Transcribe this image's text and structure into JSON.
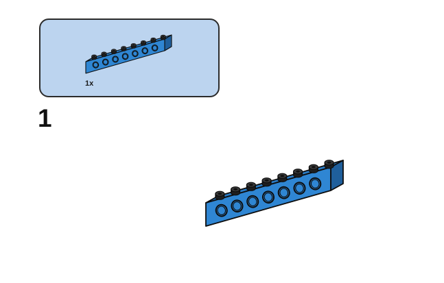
{
  "instruction": {
    "step_number": "1",
    "parts_callout": {
      "quantity_label": "1x",
      "part": "technic-brick-1x8-with-holes"
    },
    "main_part": "technic-brick-1x8-with-holes"
  },
  "colors": {
    "callout_background": "#bcd4ef",
    "brick_front": "#2f86d3",
    "brick_top": "#2a7bc4",
    "brick_end": "#1f5f9c",
    "outline": "#0d0d0d",
    "stud": "#1e1e1e"
  }
}
